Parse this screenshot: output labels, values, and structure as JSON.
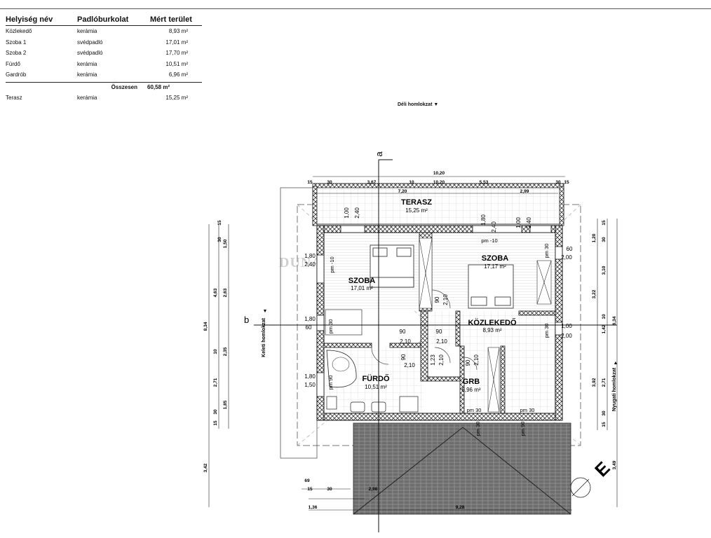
{
  "table": {
    "headers": [
      "Helyiség név",
      "Padlóburkolat",
      "Mért terület"
    ],
    "rows": [
      {
        "name": "Közlekedő",
        "floor": "kerámia",
        "area": "8,93 m²"
      },
      {
        "name": "Szoba 1",
        "floor": "svédpadló",
        "area": "17,01 m²"
      },
      {
        "name": "Szoba 2",
        "floor": "svédpadló",
        "area": "17,70 m²"
      },
      {
        "name": "Fürdő",
        "floor": "kerámia",
        "area": "10,51 m²"
      },
      {
        "name": "Gardrób",
        "floor": "kerámia",
        "area": "6,96 m²"
      }
    ],
    "total_label": "Összesen",
    "total_value": "60,58 m²",
    "extra": {
      "name": "Terasz",
      "floor": "kerámia",
      "area": "15,25 m²"
    }
  },
  "elevations": {
    "south": "Déli homlokzat",
    "east": "Keleti homlokzat",
    "west": "Nyugati homlokzat"
  },
  "sections": {
    "a": "a",
    "b": "b"
  },
  "watermark": "DUNA HOUSE",
  "rooms": {
    "terrace": {
      "name": "TERASZ",
      "area": "15,25 m²"
    },
    "room1": {
      "name": "SZOBA",
      "area": "17,01 m²"
    },
    "room2": {
      "name": "SZOBA",
      "area": "17,17 m²"
    },
    "hall": {
      "name": "KÖZLEKEDŐ",
      "area": "8,93 m²"
    },
    "bath": {
      "name": "FÜRDŐ",
      "area": "10,51 m²"
    },
    "wardrobe": {
      "name": "GRB",
      "area": "6,96 m²"
    }
  },
  "dims": {
    "top_total": "10,20",
    "top_parts": [
      "15",
      "30",
      "3,67",
      "10",
      "10,20",
      "5,53",
      "30",
      "15"
    ],
    "terrace_parts": [
      "7,20",
      "2,99"
    ],
    "bottom_parts": [
      "1,36",
      "9,28"
    ],
    "bottom_small": [
      "69",
      "15",
      "30",
      "2,98"
    ],
    "left_total": "8,34",
    "left_parts": [
      "15",
      "30",
      "1,50",
      "2,63",
      "4,63",
      "10",
      "2,35",
      "2,71",
      "1,85",
      "30",
      "15"
    ],
    "left_outer": "3,42",
    "right_parts": [
      "15",
      "30",
      "1,20",
      "3,10",
      "3,22",
      "10",
      "1,42",
      "8,34",
      "3,92",
      "2,71",
      "30",
      "15",
      "3,49"
    ],
    "window_labels": [
      "1,00",
      "2,40",
      "1,80",
      "2,40",
      "1,00",
      "2,40",
      "1,80",
      "2,40",
      "1,80",
      "60",
      "1,80",
      "1,50",
      "60",
      "2,00",
      "1,00",
      "2,00"
    ],
    "door_labels": [
      "90",
      "2,10",
      "90",
      "2,10",
      "90",
      "2,10",
      "90",
      "2,10",
      "1,23",
      "2,10",
      "90",
      "2,10"
    ],
    "pm_labels": [
      "pm -10",
      "pm -10",
      "pm 30",
      "pm 30",
      "pm 30",
      "pm 90",
      "pm 30",
      "pm 30",
      "pm 30",
      "pm 90"
    ]
  }
}
